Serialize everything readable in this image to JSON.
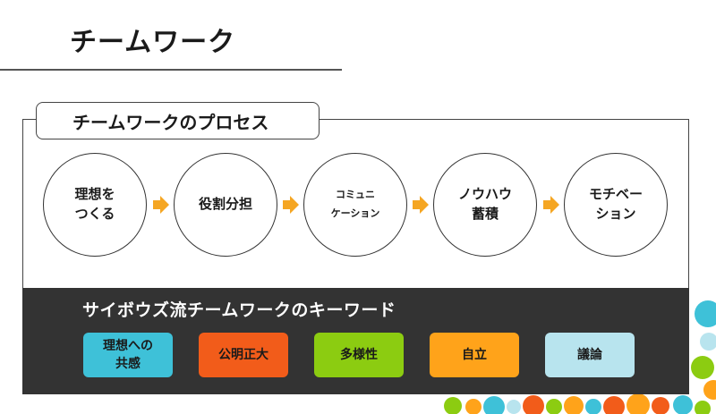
{
  "title": "チームワーク",
  "process": {
    "heading": "チームワークのプロセス",
    "steps": [
      "理想を\nつくる",
      "役割分担",
      "コミュニ\nケーション",
      "ノウハウ\n蓄積",
      "モチベー\nション"
    ]
  },
  "keywords": {
    "heading": "サイボウズ流チームワークのキーワード",
    "items": [
      {
        "label": "理想への\n共感",
        "color": "#3ec1d8"
      },
      {
        "label": "公明正大",
        "color": "#f25c1a"
      },
      {
        "label": "多様性",
        "color": "#8ccc11"
      },
      {
        "label": "自立",
        "color": "#ffa31a"
      },
      {
        "label": "議論",
        "color": "#b8e4ee"
      }
    ]
  },
  "colors": {
    "arrow": "#f5a623",
    "band": "#333333"
  }
}
